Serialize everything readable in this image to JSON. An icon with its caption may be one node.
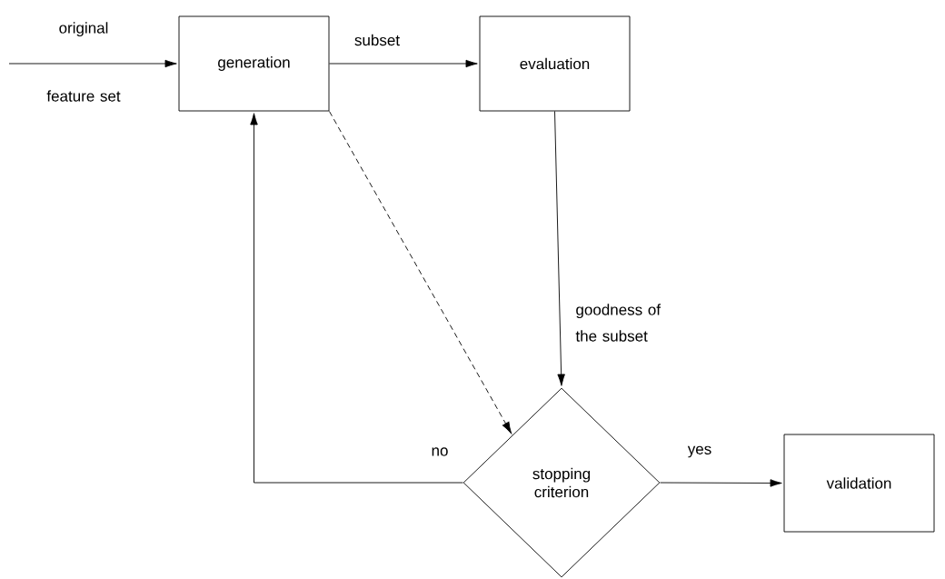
{
  "diagram": {
    "nodes": [
      {
        "text": [
          "generation"
        ]
      },
      {
        "text": [
          "evaluation"
        ]
      },
      {
        "text": [
          "stopping criterion"
        ]
      },
      {
        "text": [
          "validation"
        ]
      }
    ],
    "edges": [
      {
        "from": null,
        "to": 0,
        "arrow": "to",
        "label": "original feature set"
      },
      {
        "from": 0,
        "to": 1,
        "arrow": "to",
        "label": "subset"
      },
      {
        "from": 1,
        "to": 2,
        "arrow": "to",
        "label": "goodness of the subset"
      },
      {
        "from": 0,
        "to": 2,
        "arrow": "to",
        "style": "dashed"
      },
      {
        "from": 2,
        "to": 0,
        "arrow": "to",
        "label": "no"
      },
      {
        "from": 2,
        "to": 3,
        "arrow": "to",
        "label": "yes"
      }
    ]
  }
}
